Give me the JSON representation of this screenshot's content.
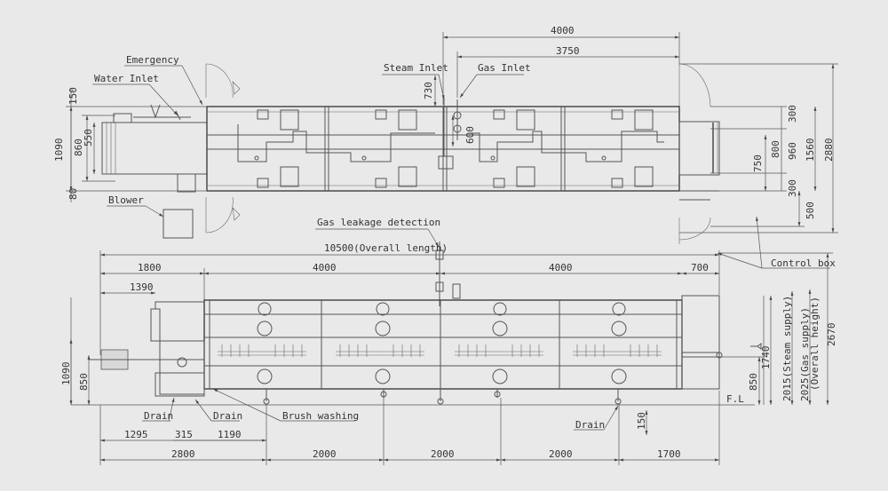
{
  "labels": {
    "emergency": "Emergency",
    "water_inlet": "Water Inlet",
    "steam_inlet": "Steam Inlet",
    "gas_inlet": "Gas Inlet",
    "blower": "Blower",
    "gas_leakage_detection": "Gas leakage detection",
    "control_box": "Control box",
    "drain_1": "Drain",
    "drain_2": "Drain",
    "drain_3": "Drain",
    "brush_washing": "Brush washing",
    "floor_level": "F.L"
  },
  "top_view_dims": {
    "d4000": "4000",
    "d3750": "3750",
    "d730": "730",
    "d600": "600",
    "d150": "150",
    "d1090": "1090",
    "d860": "860",
    "d550": "550",
    "d80": "80",
    "d300a": "300",
    "d960": "960",
    "d800": "800",
    "d750": "750",
    "d300b": "300",
    "d500": "500",
    "d1560": "1560",
    "d2880": "2880"
  },
  "side_view_dims": {
    "overall_length": "10500(Overall length)",
    "d1800": "1800",
    "d4000a": "4000",
    "d4000b": "4000",
    "d700": "700",
    "d1390": "1390",
    "d1090": "1090",
    "d850a": "850",
    "d850b": "850",
    "d1740": "1740",
    "steam_supply": "2015(Steam supply)",
    "gas_supply": "2025(Gas supply)",
    "overall_height": "(Overall height)",
    "d2670": "2670",
    "d150": "150",
    "d1295": "1295",
    "d315": "315",
    "d1190": "1190",
    "b2800": "2800",
    "b2000a": "2000",
    "b2000b": "2000",
    "b2000c": "2000",
    "b1700": "1700"
  }
}
